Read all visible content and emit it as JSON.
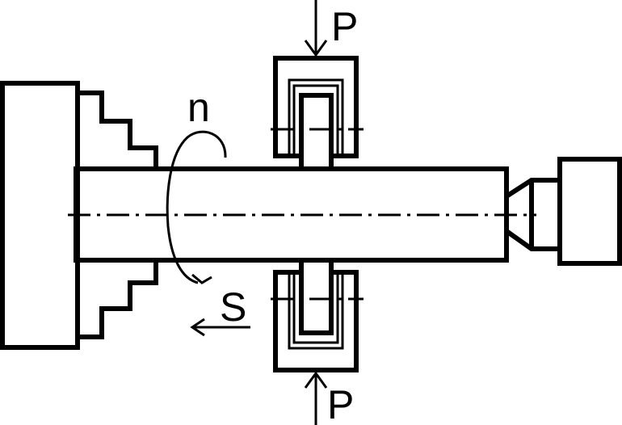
{
  "labels": {
    "force_top": "P",
    "force_bottom": "P",
    "rotation": "n",
    "feed": "S"
  },
  "colors": {
    "ink": "#000000",
    "background": "#ffffff"
  }
}
